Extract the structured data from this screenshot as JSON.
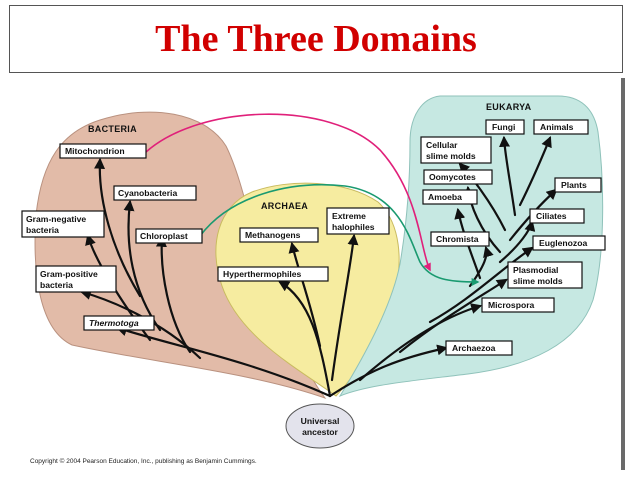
{
  "title": "The Three Domains",
  "colors": {
    "title": "#d10000",
    "bacteria_fill": "#e2bba8",
    "archaea_fill": "#f6eca0",
    "eukarya_fill": "#c6e8e2",
    "mitochondrion_line": "#e0207a",
    "chloroplast_line": "#1a9a70"
  },
  "domains": {
    "bacteria": "BACTERIA",
    "archaea": "ARCHAEA",
    "eukarya": "EUKARYA"
  },
  "bacteria_groups": {
    "mitochondrion": "Mitochondrion",
    "cyanobacteria": "Cyanobacteria",
    "gram_negative_1": "Gram-negative",
    "gram_negative_2": "bacteria",
    "chloroplast": "Chloroplast",
    "gram_positive_1": "Gram-positive",
    "gram_positive_2": "bacteria",
    "thermotoga": "Thermotoga"
  },
  "archaea_groups": {
    "extreme_1": "Extreme",
    "extreme_2": "halophiles",
    "methanogens": "Methanogens",
    "hyperthermophiles": "Hyperthermophiles"
  },
  "eukarya_groups": {
    "fungi": "Fungi",
    "animals": "Animals",
    "cellular_1": "Cellular",
    "cellular_2": "slime molds",
    "oomycotes": "Oomycotes",
    "plants": "Plants",
    "amoeba": "Amoeba",
    "ciliates": "Ciliates",
    "chromista": "Chromista",
    "euglenozoa": "Euglenozoa",
    "plasmodial_1": "Plasmodial",
    "plasmodial_2": "slime molds",
    "microspora": "Microspora",
    "archaezoa": "Archaezoa"
  },
  "root": {
    "line1": "Universal",
    "line2": "ancestor"
  },
  "copyright": "Copyright © 2004 Pearson Education, Inc., publishing as Benjamin Cummings."
}
